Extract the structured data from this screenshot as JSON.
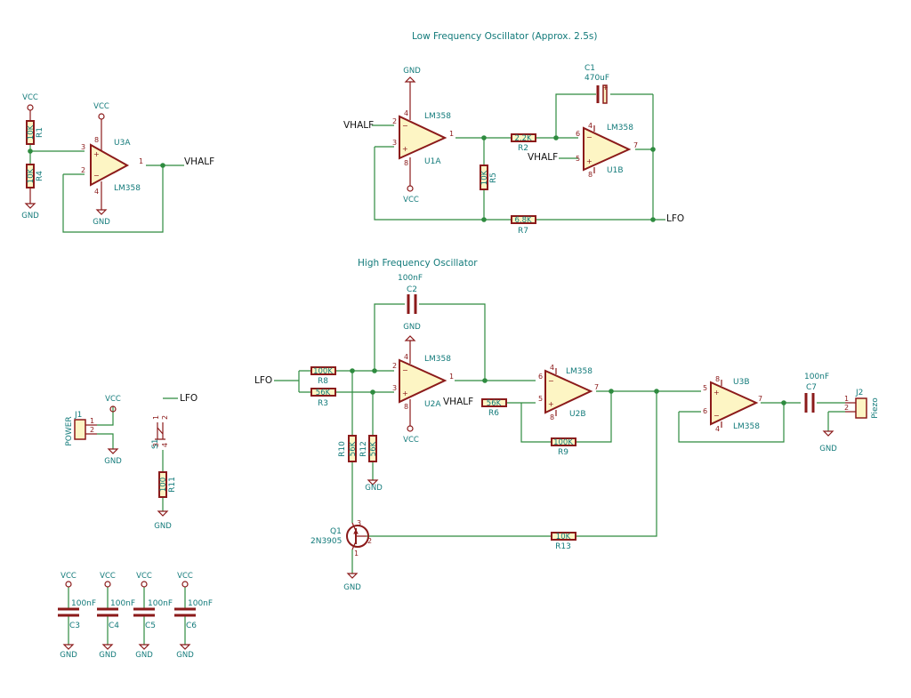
{
  "titles": {
    "lfo": "Low Frequency Oscillator (Approx. 2.5s)",
    "hfo": "High Frequency Oscillator"
  },
  "nets": {
    "vhalf": "VHALF",
    "lfo": "LFO",
    "vcc": "VCC",
    "gnd": "GND"
  },
  "opamps": {
    "u3a": {
      "ref": "U3A",
      "value": "LM358",
      "pins": [
        "3",
        "2",
        "1",
        "8",
        "4"
      ]
    },
    "u1a": {
      "ref": "U1A",
      "value": "LM358",
      "pins": [
        "2",
        "3",
        "1",
        "4",
        "8"
      ]
    },
    "u1b": {
      "ref": "U1B",
      "value": "LM358",
      "pins": [
        "6",
        "5",
        "7",
        "4",
        "8"
      ]
    },
    "u2a": {
      "ref": "U2A",
      "value": "LM358",
      "pins": [
        "2",
        "3",
        "1",
        "4",
        "8"
      ]
    },
    "u2b": {
      "ref": "U2B",
      "value": "LM358",
      "pins": [
        "6",
        "5",
        "7",
        "4",
        "8"
      ]
    },
    "u3b": {
      "ref": "U3B",
      "value": "LM358",
      "pins": [
        "5",
        "6",
        "7",
        "8",
        "4"
      ]
    }
  },
  "resistors": {
    "r1": {
      "ref": "R1",
      "value": "10K"
    },
    "r4": {
      "ref": "R4",
      "value": "10K"
    },
    "r5": {
      "ref": "R5",
      "value": "10K"
    },
    "r2": {
      "ref": "R2",
      "value": "2.2K"
    },
    "r7": {
      "ref": "R7",
      "value": "6.8K"
    },
    "r8": {
      "ref": "R8",
      "value": "100K"
    },
    "r3": {
      "ref": "R3",
      "value": "56K"
    },
    "r6": {
      "ref": "R6",
      "value": "56K"
    },
    "r9": {
      "ref": "R9",
      "value": "100K"
    },
    "r10": {
      "ref": "R10",
      "value": "56K"
    },
    "r12": {
      "ref": "R12",
      "value": "56K"
    },
    "r13": {
      "ref": "R13",
      "value": "10K"
    },
    "r11": {
      "ref": "R11",
      "value": "100"
    }
  },
  "capacitors": {
    "c1": {
      "ref": "C1",
      "value": "470uF"
    },
    "c2": {
      "ref": "C2",
      "value": "100nF"
    },
    "c7": {
      "ref": "C7",
      "value": "100nF"
    },
    "c3": {
      "ref": "C3",
      "value": "100nF"
    },
    "c4": {
      "ref": "C4",
      "value": "100nF"
    },
    "c5": {
      "ref": "C5",
      "value": "100nF"
    },
    "c6": {
      "ref": "C6",
      "value": "100nF"
    }
  },
  "transistor": {
    "ref": "Q1",
    "value": "2N3905",
    "pins": [
      "3",
      "2",
      "1"
    ]
  },
  "connectors": {
    "j1": {
      "ref": "J1",
      "value": "POWER",
      "pins": [
        "1",
        "2"
      ]
    },
    "j2": {
      "ref": "J2",
      "value": "Piezo",
      "pins": [
        "1",
        "2"
      ]
    }
  },
  "switch": {
    "ref": "S1",
    "pins": [
      "1",
      "2",
      "3",
      "4"
    ]
  }
}
